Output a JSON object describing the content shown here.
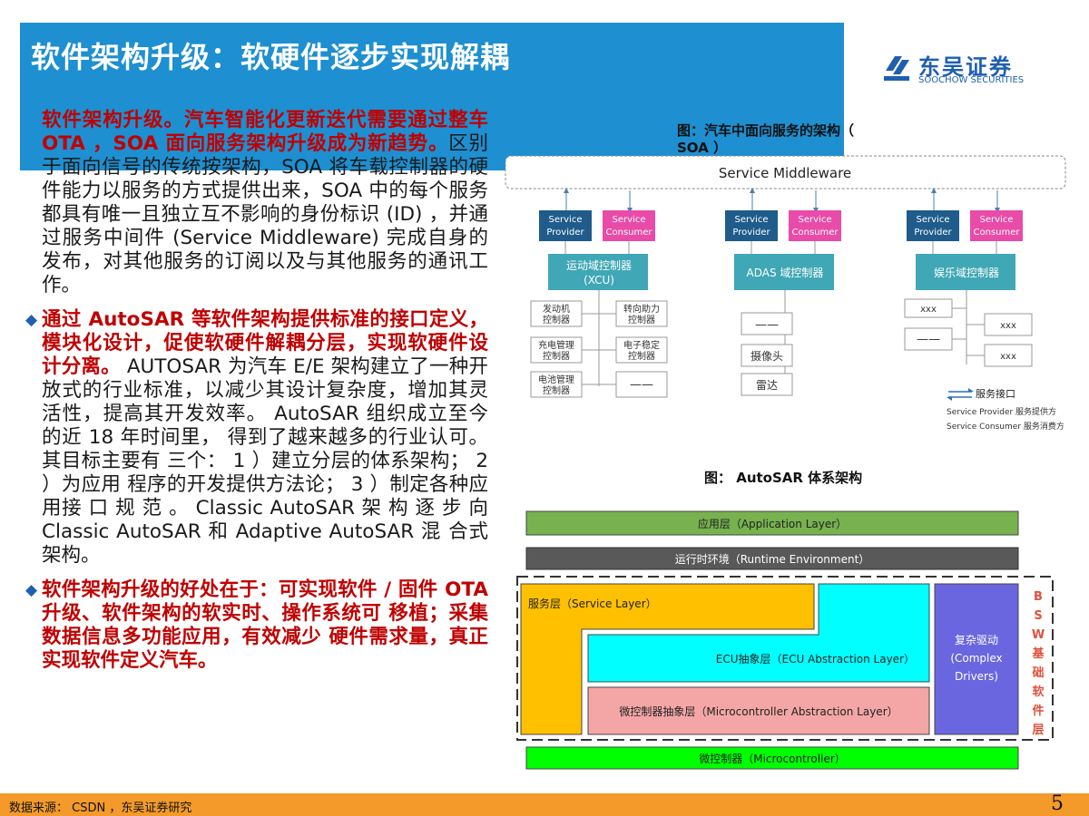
{
  "header": {
    "title": "软件架构升级：软硬件逐步实现解耦",
    "logo_cn": "东吴证券",
    "logo_en": "SOOCHOW SECURITIES"
  },
  "left": {
    "p1_hl": "软件架构升级。汽车智能化更新迭代需要通过整车 OTA ，SOA 面向服务架构升级成为新趋势。",
    "p1_rest": "区别于面向信号的传统按架构，SOA 将车载控制器的硬件能力以服务的方式提供出来，SOA 中的每个服务都具有唯一且独立互不影响的身份标识 (ID) ，并通过服务中间件 (Service Middleware) 完成自身的发布，对其他服务的订阅以及与其他服务的通讯工作。",
    "p2_hl": "通过 AutoSAR 等软件架构提供标准的接口定义，模块化设计，促使软硬件解耦分层，实现软硬件设计分离。",
    "p2_rest": "AUTOSAR 为汽车 E/E 架构建立了一种开放式的行业标准，以减少其设计复杂度，增加其灵活性，提高其开发效率。 AutoSAR 组织成立至今的近 18 年时间里， 得到了越来越多的行业认可。其目标主要有 三个： 1 ）建立分层的体系架构； 2 ）为应用 程序的开发提供方法论； 3 ）制定各种应用接 口 规 范 。 Classic AutoSAR 架 构 逐 步 向 Classic AutoSAR 和 Adaptive AutoSAR 混 合式架构。",
    "p3_hl": "软件架构升级的好处在于：可实现软件 / 固件 OTA 升级、软件架构的软实时、操作系统可 移植；采集数据信息多功能应用，有效减少 硬件需求量，真正实现软件定义汽车。"
  },
  "soa": {
    "caption": "图：汽车中面向服务的架构（ SOA ）",
    "middleware": "Service Middleware",
    "provider": [
      "Service",
      "Provider"
    ],
    "consumer": [
      "Service",
      "Consumer"
    ],
    "domains": [
      "运动域控制器",
      "(XCU)",
      "ADAS 域控制器",
      "娱乐域控制器"
    ],
    "xcu_children": [
      [
        "发动机",
        "控制器"
      ],
      [
        "转向助力",
        "控制器"
      ],
      [
        "充电管理",
        "控制器"
      ],
      [
        "电子稳定",
        "控制器"
      ],
      [
        "电池管理",
        "控制器"
      ],
      "——"
    ],
    "adas_children": [
      "——",
      "摄像头",
      "雷达"
    ],
    "ent_children": [
      "xxx",
      "xxx",
      "——",
      "xxx"
    ],
    "legend_interface": "服务接口",
    "legend_provider": "Service Provider  服务提供方",
    "legend_consumer": "Service Consumer  服务消费方"
  },
  "autosar": {
    "caption": "图： AutoSAR 体系架构",
    "app_layer": "应用层（Application Layer）",
    "rte": "运行时环境（Runtime Environment）",
    "service_layer": "服务层（Service Layer）",
    "ecu_layer": "ECU抽象层（ECU Abstraction Layer）",
    "mcal": "微控制器抽象层（Microcontroller Abstraction Layer）",
    "cdd": [
      "复杂驱动",
      "(Complex",
      "Drivers)"
    ],
    "mcu": "微控制器（Microcontroller）",
    "bsw": "BSW基础软件层",
    "colors": {
      "app": "#77B24F",
      "rte": "#595959",
      "service": "#FFC000",
      "ecu": "#00FFFF",
      "mcal": "#F4A6A6",
      "cdd": "#6A66E0",
      "mcu": "#00FF00"
    }
  },
  "footer": {
    "source": "数据来源： CSDN ，东吴证券研究",
    "page": "5"
  }
}
